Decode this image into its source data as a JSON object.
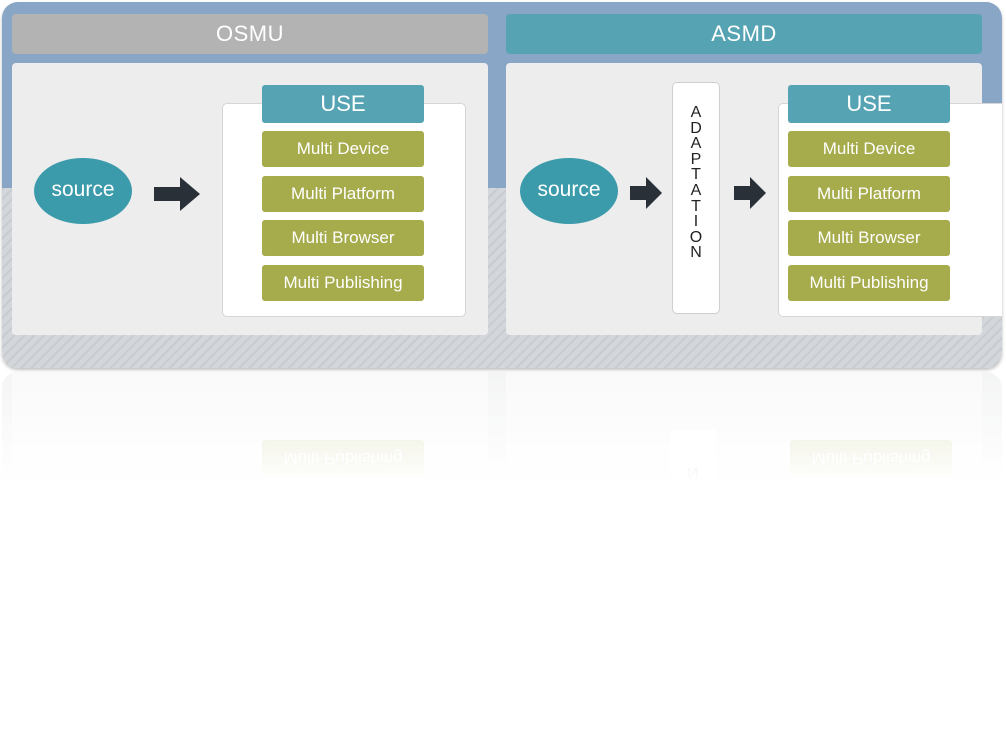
{
  "osmu": {
    "title": "OSMU",
    "source_label": "source",
    "use": {
      "title": "USE",
      "items": [
        "Multi Device",
        "Multi Platform",
        "Multi Browser",
        "Multi Publishing"
      ]
    }
  },
  "asmd": {
    "title": "ASMD",
    "source_label": "source",
    "adaptation_letters": [
      "A",
      "D",
      "A",
      "P",
      "T",
      "A",
      "T",
      "I",
      "O",
      "N"
    ],
    "use": {
      "title": "USE",
      "items": [
        "Multi Device",
        "Multi Platform",
        "Multi Browser",
        "Multi Publishing"
      ]
    }
  },
  "colors": {
    "frame_top": "#8aa6c6",
    "osmu_header": "#b3b3b3",
    "teal": "#56a4b3",
    "source_fill": "#3b9bab",
    "olive": "#a6ab4c",
    "arrow": "#2a3038"
  },
  "icons": [
    "right-arrow-icon"
  ]
}
